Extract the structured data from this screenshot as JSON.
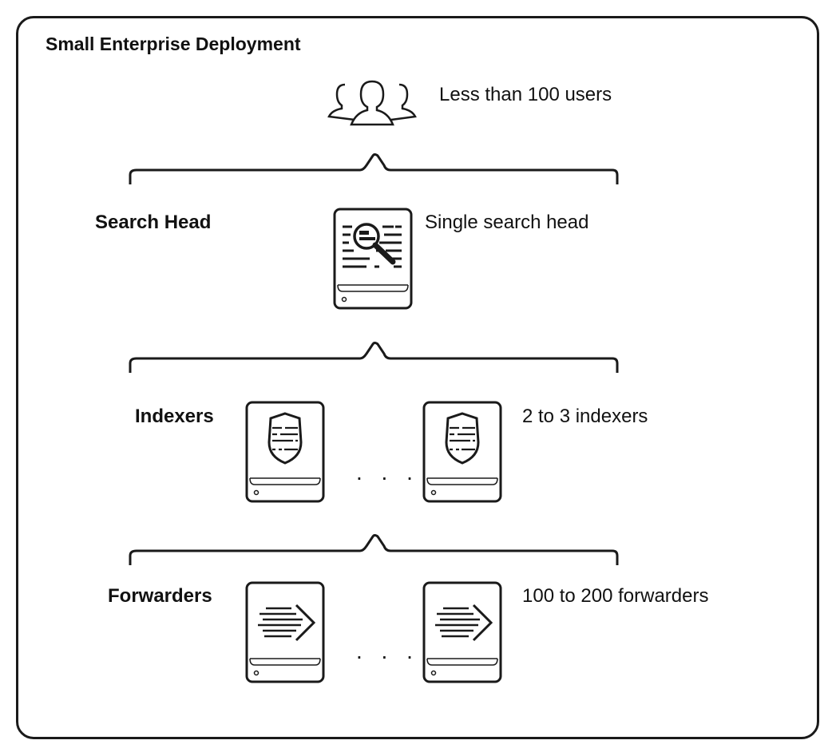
{
  "title": "Small Enterprise Deployment",
  "users": {
    "icon": "users-group-icon",
    "description": "Less than 100 users"
  },
  "tiers": [
    {
      "label": "Search Head",
      "icon": "search-head-server-icon",
      "description": "Single search head"
    },
    {
      "label": "Indexers",
      "icon": "indexer-server-icon",
      "description": "2 to 3 indexers",
      "ellipsis": ". . ."
    },
    {
      "label": "Forwarders",
      "icon": "forwarder-server-icon",
      "description": "100 to 200 forwarders",
      "ellipsis": ". . ."
    }
  ],
  "colors": {
    "stroke": "#1a1a1a",
    "background": "#ffffff"
  }
}
